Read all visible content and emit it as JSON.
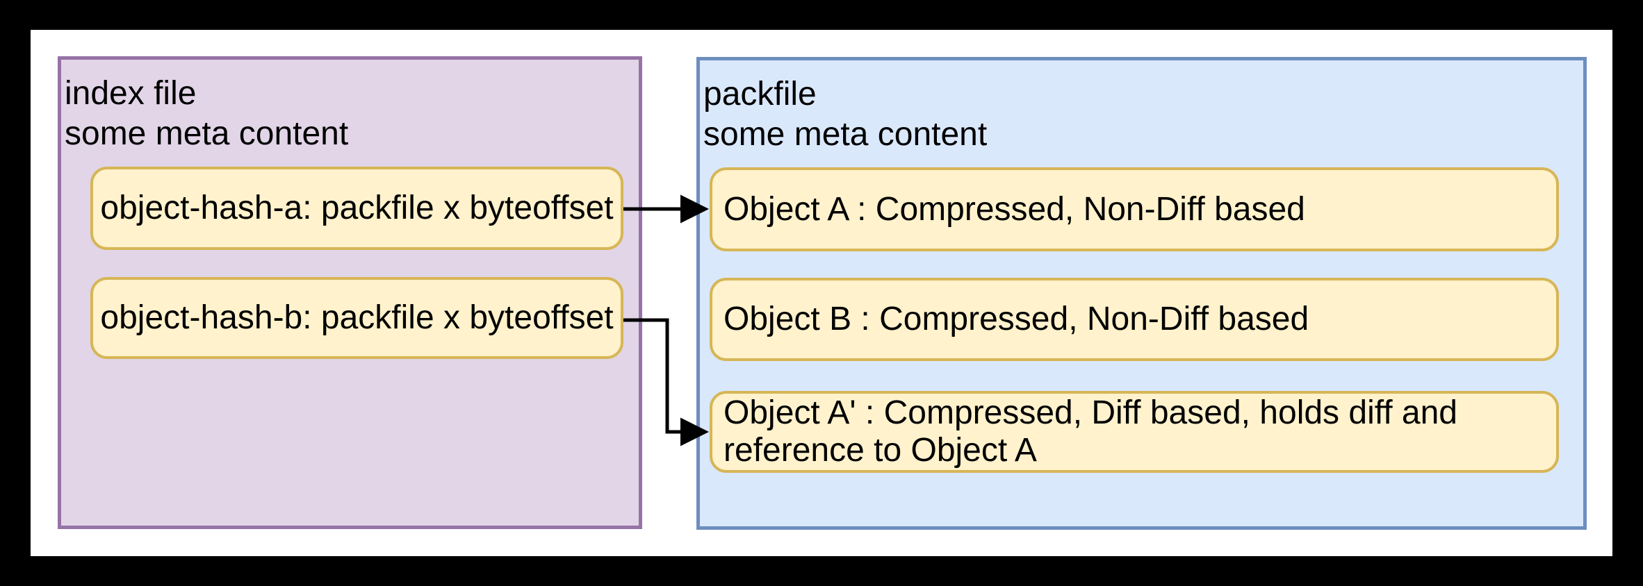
{
  "colors": {
    "frame": "#000000",
    "canvas": "#ffffff",
    "text": "#000000",
    "index_fill": "#e1d5e7",
    "index_stroke": "#9673a6",
    "pack_fill": "#dae8fc",
    "pack_stroke": "#6c8ebf",
    "item_fill": "#fff2cc",
    "item_stroke": "#d6b656",
    "arrow": "#000000"
  },
  "index_file": {
    "title": "index file",
    "subtitle": "some meta content",
    "entries": [
      {
        "id": "hash-a",
        "label": "object-hash-a: packfile x byteoffset"
      },
      {
        "id": "hash-b",
        "label": "object-hash-b: packfile x byteoffset"
      }
    ]
  },
  "packfile": {
    "title": "packfile",
    "subtitle": "some meta content",
    "objects": [
      {
        "id": "object-a",
        "label": "Object A : Compressed, Non-Diff based"
      },
      {
        "id": "object-b",
        "label": "Object B : Compressed, Non-Diff based"
      },
      {
        "id": "object-a-prime",
        "label": "Object A' : Compressed, Diff based, holds diff and reference to Object A"
      }
    ]
  },
  "arrows": [
    {
      "from": "object-hash-a entry",
      "to": "Object A"
    },
    {
      "from": "object-hash-b entry",
      "to": "Object A'"
    }
  ]
}
